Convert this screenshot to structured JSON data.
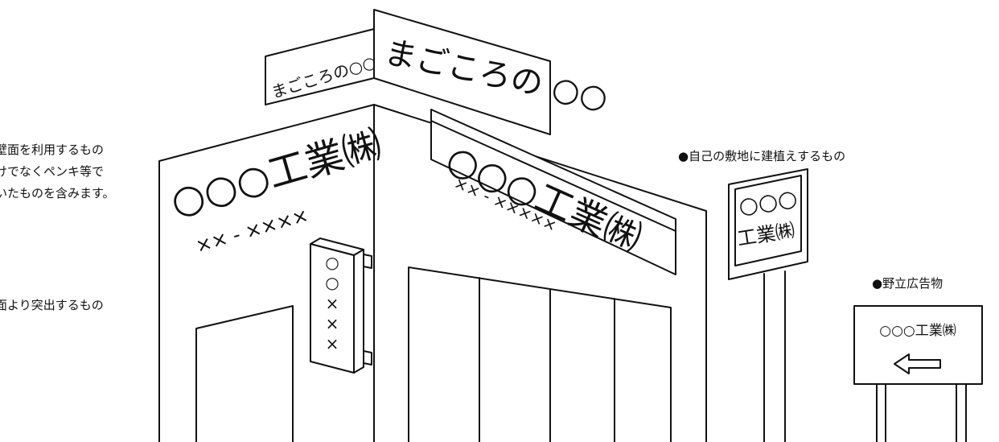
{
  "labels": {
    "wall_line1": "壁面を利用するもの",
    "wall_line2": "けでなくペンキ等で",
    "wall_line3": "いたものを含みます。",
    "projecting": "面より突出するもの",
    "own_site": "●自己の敷地に建植えするもの",
    "freestanding": "●野立広告物"
  },
  "signs": {
    "roof_side": "まごころの○○",
    "roof_front": "まごころの ○○",
    "wall_company": "○○○工業㈱",
    "wall_phone": "×× - ××××",
    "front_company": "○○○工業㈱",
    "front_phone": "×× - ×××××",
    "projecting_chars": [
      "○",
      "○",
      "×",
      "×",
      "×"
    ],
    "pole_line1": "○○○",
    "pole_line2": "工業㈱",
    "billboard_text": "○○○工業㈱",
    "billboard_icon": "arrow-left-icon"
  }
}
